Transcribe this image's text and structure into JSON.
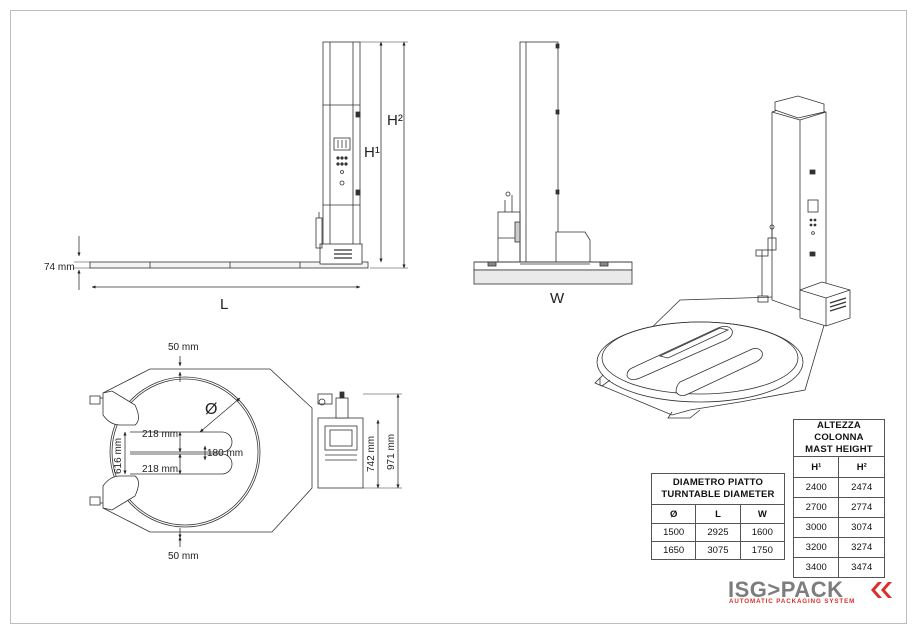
{
  "side_view": {
    "height_74": "74 mm",
    "label_L": "L",
    "label_H1": "H¹",
    "label_H2": "H²"
  },
  "front_view": {
    "label_W": "W"
  },
  "top_view": {
    "top_margin": "50 mm",
    "bottom_margin": "50 mm",
    "diameter_symbol": "Ø",
    "slot_218_top": "218 mm",
    "slot_218_bottom": "218 mm",
    "slot_180": "180 mm",
    "dim_616": "616 mm",
    "dim_742": "742 mm",
    "dim_971": "971 mm"
  },
  "turntable_table": {
    "title_it": "DIAMETRO PIATTO",
    "title_en": "TURNTABLE DIAMETER",
    "headers": [
      "Ø",
      "L",
      "W"
    ],
    "rows": [
      [
        "1500",
        "2925",
        "1600"
      ],
      [
        "1650",
        "3075",
        "1750"
      ]
    ]
  },
  "mast_table": {
    "title_it": "ALTEZZA COLONNA",
    "title_en": "MAST HEIGHT",
    "headers": [
      "H¹",
      "H²"
    ],
    "rows": [
      [
        "2400",
        "2474"
      ],
      [
        "2700",
        "2774"
      ],
      [
        "3000",
        "3074"
      ],
      [
        "3200",
        "3274"
      ],
      [
        "3400",
        "3474"
      ]
    ]
  },
  "logo": {
    "part1": "ISG",
    "part2": "PACK",
    "tagline": "AUTOMATIC PACKAGING SYSTEM"
  },
  "colors": {
    "line": "#333333",
    "logo_grey": "#7d7d7d",
    "logo_red": "#d9302b",
    "frame": "#bdbdbd"
  }
}
